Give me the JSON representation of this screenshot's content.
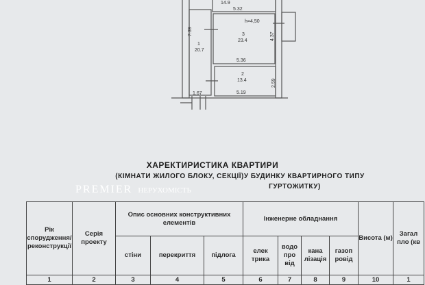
{
  "plan": {
    "rooms": [
      {
        "number": "1",
        "area": "20.7"
      },
      {
        "number": "2",
        "area": "13.4"
      },
      {
        "number": "3",
        "area": "23.4"
      }
    ],
    "top_area": "14.9",
    "height_label": "h=4,50",
    "dims": {
      "d532": "5.32",
      "d536": "5.36",
      "d519": "5.19",
      "d437": "4.37",
      "d739": "7.39",
      "d259": "2.59",
      "d167": "1.67"
    }
  },
  "title": {
    "line1": "ХАРЕКТИРИСТИКА КВАРТИРИ",
    "line2": "(КІМНАТИ ЖИЛОГО БЛОКУ, СЕКЦІЇ)У БУДИНКУ КВАРТИРНОГО ТИПУ",
    "line3": "ГУРТОЖИТКУ)"
  },
  "watermark": {
    "brand": "PREMIER",
    "sub": "НЕРУХОМІСТЬ"
  },
  "table": {
    "h_year": "Рік спорудження/ реконструкції",
    "h_series": "Серія проекту",
    "h_struct": "Опис основних конструктивних елементів",
    "h_walls": "стіни",
    "h_floors_over": "перекриття",
    "h_floor": "підлога",
    "h_eng": "Інженерне обладнання",
    "h_elec": "елек трика",
    "h_water": "водо про від",
    "h_sewer": "кана лізація",
    "h_gas": "газоп ровід",
    "h_height": "Висота (м)",
    "h_total": "Загал пло (кв",
    "nums": [
      "1",
      "2",
      "3",
      "4",
      "5",
      "6",
      "7",
      "8",
      "9",
      "10",
      "1"
    ]
  }
}
